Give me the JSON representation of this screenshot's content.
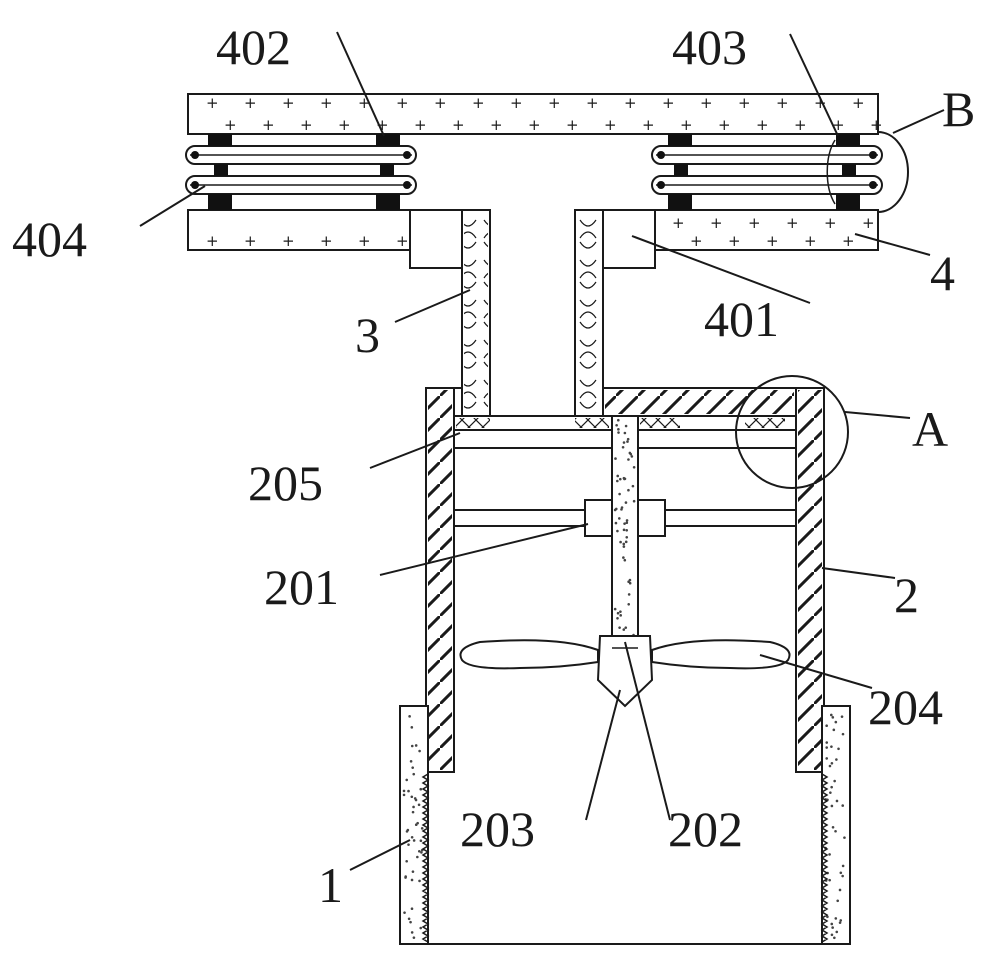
{
  "labels": {
    "l1": "1",
    "l2": "2",
    "l3": "3",
    "l4": "4",
    "l201": "201",
    "l202": "202",
    "l203": "203",
    "l204": "204",
    "l205": "205",
    "l401": "401",
    "l402": "402",
    "l403": "403",
    "l404": "404",
    "lA": "A",
    "lB": "B"
  }
}
